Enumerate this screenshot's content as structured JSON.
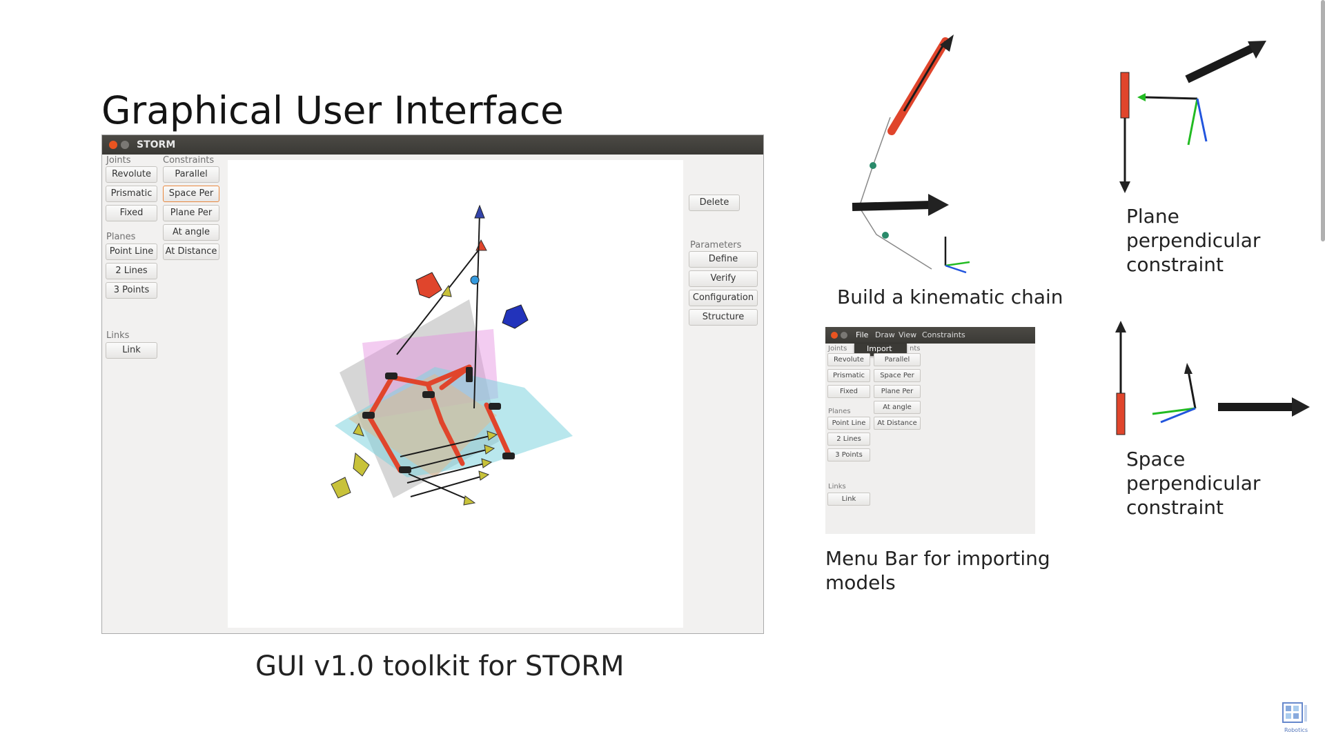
{
  "slide": {
    "title": "Graphical User Interface",
    "main_caption": "GUI v1.0 toolkit for STORM",
    "captions": {
      "kinematic": "Build a kinematic chain",
      "plane_perp": [
        "Plane",
        "perpendicular",
        "constraint"
      ],
      "space_perp": [
        "Space",
        "perpendicular",
        "constraint"
      ],
      "menu_bar": [
        "Menu Bar for importing",
        "models"
      ]
    },
    "logo_text": "Robotics"
  },
  "storm_window": {
    "title": "STORM",
    "groups": {
      "joints": "Joints",
      "constraints": "Constraints",
      "planes": "Planes",
      "links": "Links",
      "parameters": "Parameters"
    },
    "joint_buttons": [
      "Revolute",
      "Prismatic",
      "Fixed"
    ],
    "constraint_buttons": [
      "Parallel",
      "Space Per",
      "Plane Per",
      "At angle",
      "At Distance"
    ],
    "plane_buttons": [
      "Point Line",
      "2 Lines",
      "3 Points"
    ],
    "link_buttons": [
      "Link"
    ],
    "delete_button": "Delete",
    "parameter_buttons": [
      "Define",
      "Verify",
      "Configuration",
      "Structure"
    ]
  },
  "small_window": {
    "menus": [
      "File",
      "Draw",
      "View",
      "Constraints"
    ],
    "dropdown_item": "Import",
    "groups": {
      "joints": "Joints",
      "constraints_fragment": "nts",
      "planes": "Planes",
      "links": "Links"
    },
    "joint_buttons": [
      "Revolute",
      "Prismatic",
      "Fixed"
    ],
    "constraint_buttons": [
      "Parallel",
      "Space Per",
      "Plane Per",
      "At angle",
      "At Distance"
    ],
    "plane_buttons": [
      "Point Line",
      "2 Lines",
      "3 Points"
    ],
    "link_buttons": [
      "Link"
    ]
  },
  "colors": {
    "window_titlebar": "#3f3e3a",
    "close_button": "#e95420",
    "focus_outline": "#e8873d",
    "link_red": "#e0452c",
    "arrow_black": "#1a1a1a",
    "plane_cyan": "#7fd3de",
    "plane_magenta": "#e58fe0",
    "plane_gray": "#b5b5b5",
    "plane_tan": "#e0b98f",
    "axis_green": "#22bb22",
    "axis_blue": "#2255dd"
  },
  "icons": [
    "window-close-icon",
    "window-minimize-icon",
    "robotics-logo-icon"
  ]
}
